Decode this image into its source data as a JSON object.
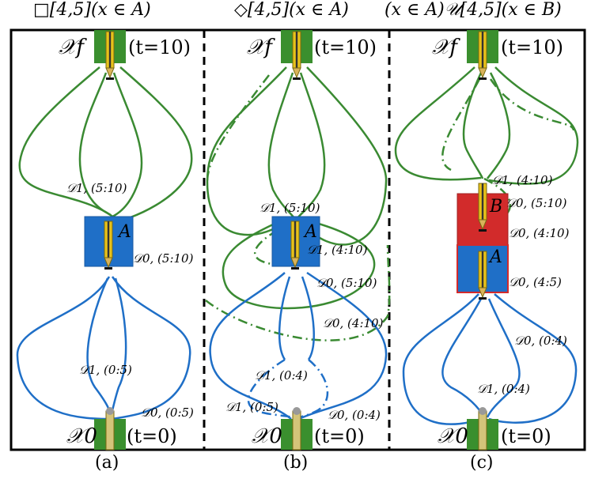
{
  "panels": [
    {
      "header": "□[4,5](x ∈ A)",
      "caption": "(a)",
      "xf": "𝒳f",
      "tf": "(t=10)",
      "x0": "𝒳0",
      "t0": "(t=0)",
      "set_label": "A",
      "labels": [
        "𝒟1, (5:10)",
        "𝒟0, (5:10)",
        "𝒟1, (0:5)",
        "𝒟0, (0:5)"
      ]
    },
    {
      "header": "◇[4,5](x ∈ A)",
      "caption": "(b)",
      "xf": "𝒳f",
      "tf": "(t=10)",
      "x0": "𝒳0",
      "t0": "(t=0)",
      "set_label": "A",
      "labels": [
        "𝒟1, (5:10)",
        "𝒟1, (4:10)",
        "𝒟0, (5:10)",
        "𝒟0, (4:10)",
        "𝒟1, (0:4)",
        "𝒟1, (0:5)",
        "𝒟0, (0:4)"
      ]
    },
    {
      "header": "(x ∈ A)𝒰[4,5](x ∈ B)",
      "caption": "(c)",
      "xf": "𝒳f",
      "tf": "(t=10)",
      "x0": "𝒳0",
      "t0": "(t=0)",
      "set_label_b": "B",
      "set_label": "A",
      "labels": [
        "𝒟1, (4:10)",
        "𝒟0, (5:10)",
        "𝒟0, (4:10)",
        "𝒟0, (4:5)",
        "𝒟0, (0:4)",
        "𝒟1, (0:4)"
      ]
    }
  ],
  "colors": {
    "green": "#3a8a32",
    "blue": "#1f6fc7",
    "red": "#d22b2b",
    "block_green": "#3a8f2e",
    "pencil": "#e8c21a"
  }
}
